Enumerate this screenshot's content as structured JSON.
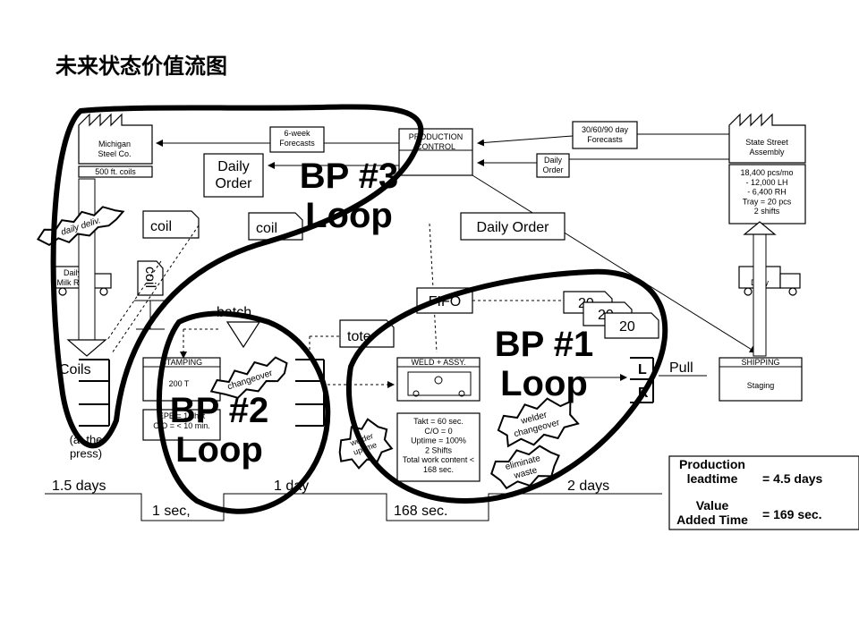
{
  "title": "未来状态价值流图",
  "supplier": {
    "name": "Michigan\nSteel Co.",
    "lot": "500 ft. coils"
  },
  "customer": {
    "name": "State Street\nAssembly",
    "info": [
      "18,400 pcs/mo",
      "- 12,000 LH",
      "- 6,400 RH",
      "Tray = 20 pcs",
      "2 shifts"
    ]
  },
  "production_control": "PRODUCTION\nCONTROL",
  "info_flows": {
    "six_week": "6-week\nForecasts",
    "thirty_day": "30/60/90 day\nForecasts",
    "daily_order_small": "Daily\nOrder",
    "daily_order_supplier": "Daily\nOrder",
    "daily_order_main": "Daily Order"
  },
  "kanban": {
    "coil1": "coil",
    "coil2": "coil",
    "coil_vertical": "coil",
    "tote": "tote",
    "batch": "batch"
  },
  "milk_run": "Daily\nMilk Run",
  "daily_deliv": "daily deliv.",
  "customer_truck": "1x\nDaily",
  "processes": {
    "stamping": {
      "name": "STAMPING",
      "detail": "200 T",
      "data": [
        "EPE = 1 shift",
        "C/O = < 10 min."
      ]
    },
    "weld": {
      "name": "WELD + ASSY.",
      "data": [
        "Takt = 60 sec.",
        "C/O = 0",
        "Uptime = 100%",
        "2 Shifts",
        "Total work content <",
        "168 sec."
      ]
    },
    "shipping": {
      "name": "SHIPPING",
      "detail": "Staging"
    }
  },
  "inventory": {
    "coils": "Coils",
    "at_press": "(at the\npress)"
  },
  "fifo": "FIFO",
  "supermarket": {
    "l": "L",
    "r": "R",
    "pull": "Pull"
  },
  "kanban_cards": [
    "20",
    "20",
    "20"
  ],
  "kaizen": {
    "changeover": "changeover",
    "welder_uptime": "welder\nuptime",
    "welder_changeover": "welder\nchangeover",
    "eliminate_waste": "eliminate\nwaste"
  },
  "loops": {
    "bp3": "BP #3\nLoop",
    "bp2": "BP #2\nLoop",
    "bp1": "BP #1\nLoop"
  },
  "timeline": {
    "t1": "1.5 days",
    "t2": "1 day",
    "t3": "2 days",
    "v1": "1 sec,",
    "v2": "168 sec."
  },
  "summary": {
    "lead_label": "Production\nleadtime",
    "lead_value": "= 4.5 days",
    "va_label": "Value\nAdded  Time",
    "va_value": "= 169 sec."
  }
}
